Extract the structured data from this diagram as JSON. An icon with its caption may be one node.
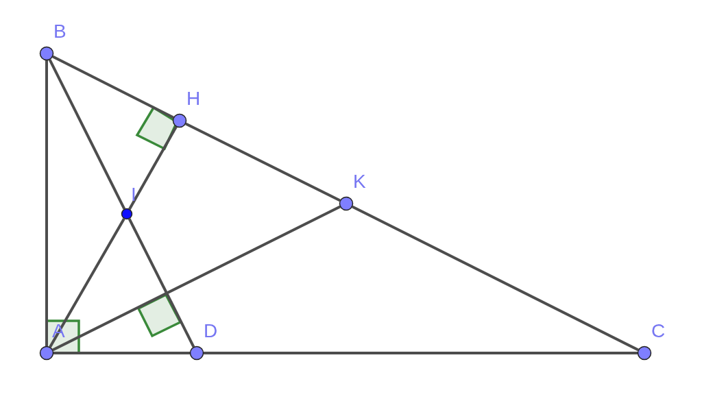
{
  "diagram": {
    "nodes": [
      {
        "text": [
          "B"
        ]
      },
      {
        "text": [
          "H"
        ]
      },
      {
        "text": [
          "K"
        ]
      },
      {
        "text": [
          "I"
        ]
      },
      {
        "text": [
          "A"
        ]
      },
      {
        "text": [
          "D"
        ]
      },
      {
        "text": [
          "C"
        ]
      }
    ],
    "edges": [
      {
        "from": 0,
        "to": 4,
        "arrow": "none"
      },
      {
        "from": 0,
        "to": 1,
        "arrow": "none"
      },
      {
        "from": 1,
        "to": 2,
        "arrow": "none"
      },
      {
        "from": 2,
        "to": 6,
        "arrow": "none"
      },
      {
        "from": 0,
        "to": 3,
        "arrow": "none"
      },
      {
        "from": 3,
        "to": 5,
        "arrow": "none"
      },
      {
        "from": 1,
        "to": 3,
        "arrow": "none"
      },
      {
        "from": 3,
        "to": 4,
        "arrow": "none"
      },
      {
        "from": 4,
        "to": 2,
        "arrow": "none"
      },
      {
        "from": 4,
        "to": 5,
        "arrow": "none"
      },
      {
        "from": 5,
        "to": 6,
        "arrow": "none"
      }
    ]
  }
}
